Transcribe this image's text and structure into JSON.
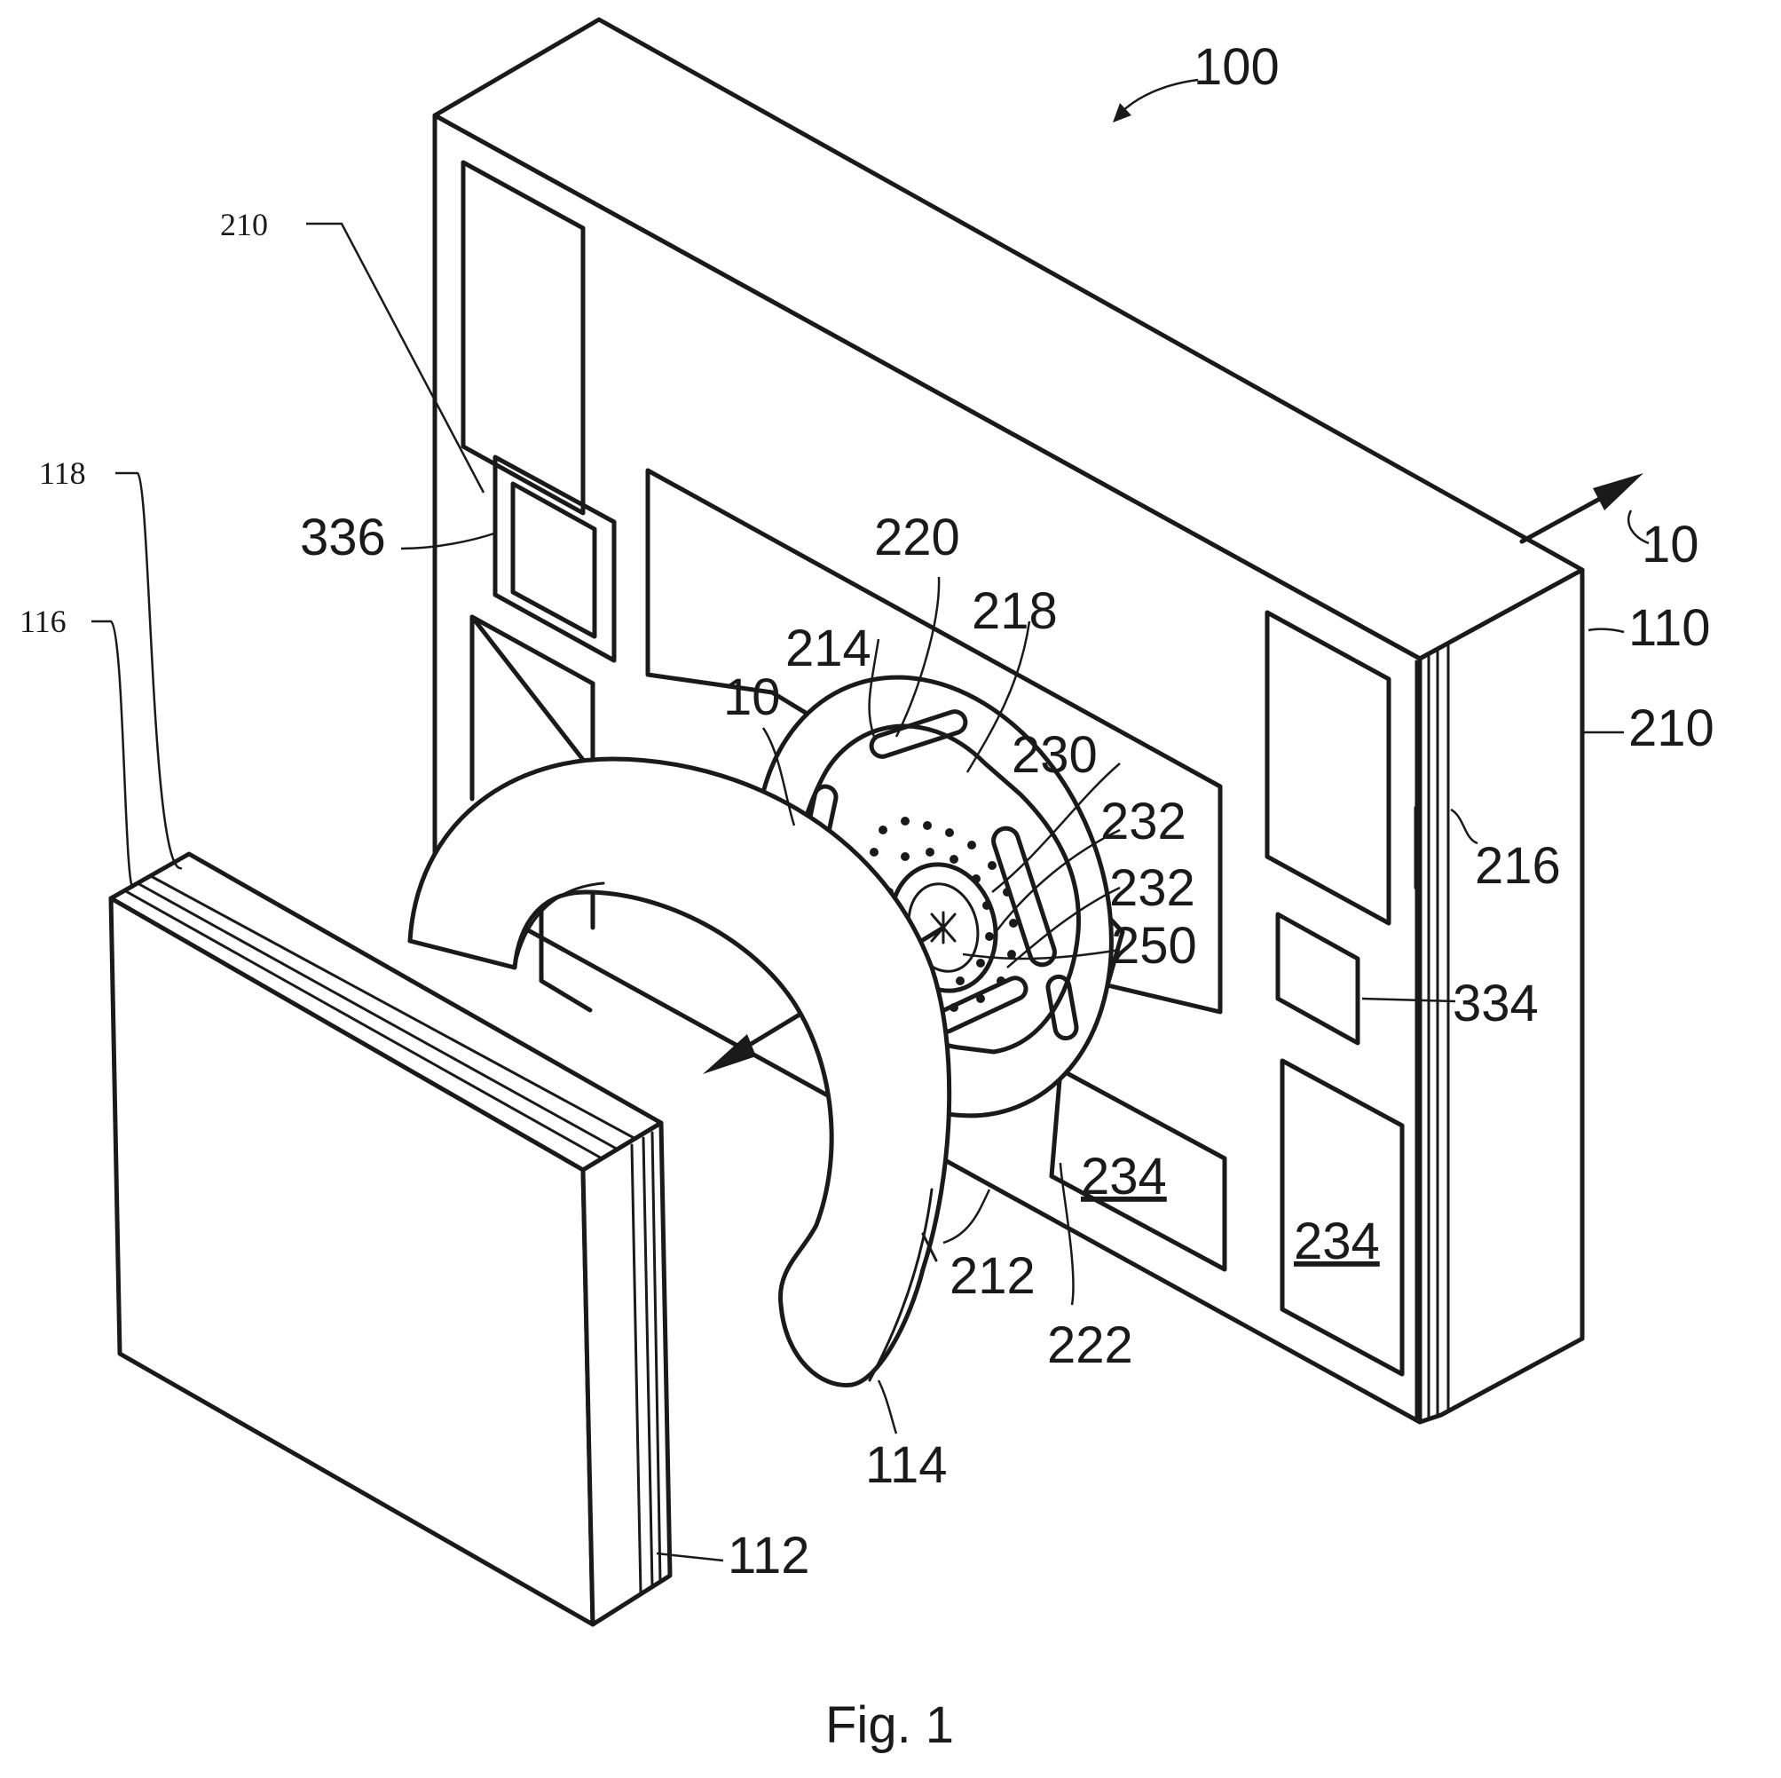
{
  "labels": {
    "device": "100",
    "axis_top": "10",
    "axis_center": "10",
    "housing": "110",
    "face_right": "210",
    "face_left": "210",
    "aperture": "336",
    "block_left": "112",
    "block_layer_a": "116",
    "block_layer_b": "118",
    "ring": "114",
    "plate_outer": "212",
    "arc_top": "214",
    "edge": "216",
    "lobe_inner": "218",
    "slot_top": "220",
    "lobe_bottom": "222",
    "dots_outer": "230",
    "dots_mid": "232",
    "dots_inner": "232",
    "small_square": "334",
    "pad_bottom_mid": "234",
    "pad_bottom_right": "234",
    "center": "250"
  },
  "caption": "Fig. 1"
}
